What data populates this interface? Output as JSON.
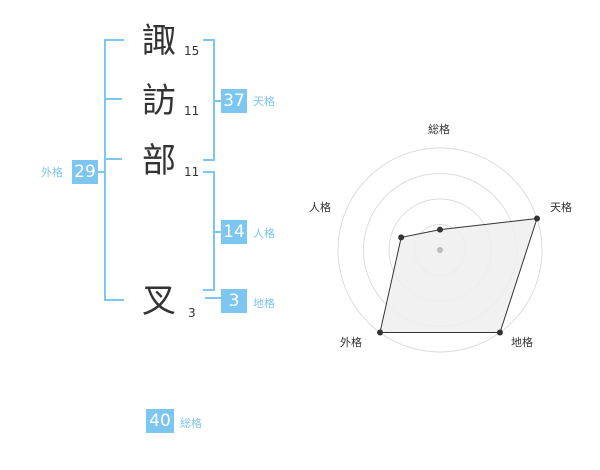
{
  "name": {
    "characters": [
      {
        "char": "諏",
        "strokes": "15"
      },
      {
        "char": "訪",
        "strokes": "11"
      },
      {
        "char": "部",
        "strokes": "11"
      },
      {
        "char": "叉",
        "strokes": "3"
      }
    ]
  },
  "fortune": {
    "tenkaku": {
      "value": "37",
      "label": "天格"
    },
    "jinkaku": {
      "value": "14",
      "label": "人格"
    },
    "chikaku": {
      "value": "3",
      "label": "地格"
    },
    "gaikaku": {
      "value": "29",
      "label": "外格"
    },
    "soukaku": {
      "value": "40",
      "label": "総格"
    }
  },
  "radar": {
    "axes": [
      "総格",
      "天格",
      "地格",
      "外格",
      "人格"
    ],
    "levels": [
      0.2,
      1.0,
      1.0,
      1.0,
      0.4
    ],
    "colors": {
      "fill": "#efefef",
      "stroke": "#333333",
      "grid": "#dddddd",
      "point": "#333333",
      "center": "#bbbbbb"
    }
  },
  "colors": {
    "accent": "#7cc6f0",
    "text": "#333333"
  }
}
